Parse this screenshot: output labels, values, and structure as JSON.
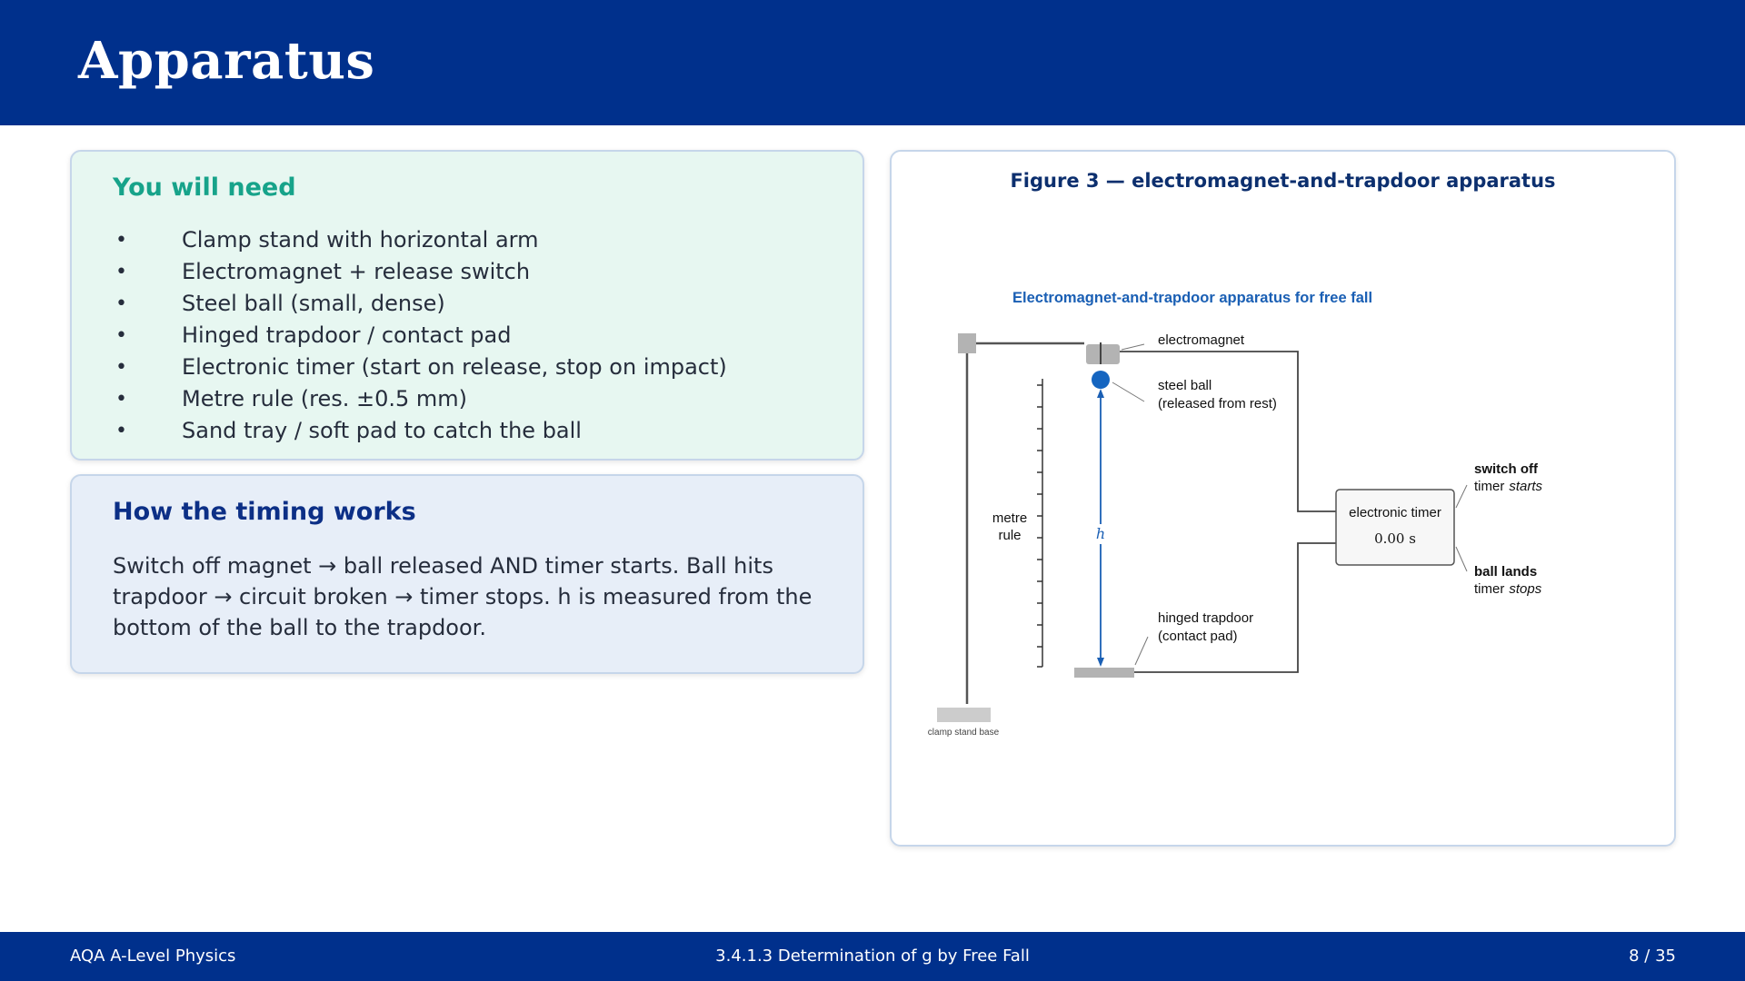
{
  "header": {
    "title": "Apparatus"
  },
  "need": {
    "title": "You will need",
    "items": [
      "Clamp stand with horizontal arm",
      "Electromagnet + release switch",
      "Steel ball (small, dense)",
      "Hinged trapdoor / contact pad",
      "Electronic timer (start on release, stop on impact)",
      "Metre rule (res. ±0.5 mm)",
      "Sand tray / soft pad to catch the ball"
    ]
  },
  "timing": {
    "title": "How the timing works",
    "body": "Switch off magnet → ball released AND timer starts. Ball hits trapdoor → circuit broken → timer stops. h is measured from the bottom of the ball to the trapdoor."
  },
  "figure": {
    "caption": "Figure 3 — electromagnet-and-trapdoor apparatus",
    "diagram_title": "Electromagnet-and-trapdoor apparatus for free fall",
    "labels": {
      "electromagnet": "electromagnet",
      "steel_ball_1": "steel ball",
      "steel_ball_2": "(released from rest)",
      "metre_1": "metre",
      "metre_2": "rule",
      "height": "h",
      "timer": "electronic timer",
      "timer_reading": "0.00 s",
      "switch_off": "switch off",
      "timer_prefix": "timer",
      "starts": "starts",
      "ball_lands": "ball lands",
      "stops": "stops",
      "trapdoor_1": "hinged trapdoor",
      "trapdoor_2": "(contact pad)",
      "base": "clamp stand base"
    },
    "colors": {
      "ball": "#1565c0",
      "arrow": "#1a5fb4",
      "title": "#1a5fb4",
      "grey": "#b3b3b3"
    }
  },
  "footer": {
    "left": "AQA A-Level Physics",
    "center": "3.4.1.3  Determination of g by Free Fall",
    "right": "8 / 35"
  }
}
